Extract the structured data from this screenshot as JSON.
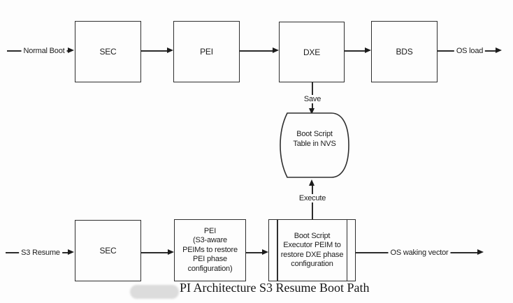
{
  "diagram": {
    "top_row": {
      "entry_label": "Normal Boot",
      "sec": "SEC",
      "pei": "PEI",
      "dxe": "DXE",
      "bds": "BDS",
      "exit_label": "OS load",
      "save_label": "Save"
    },
    "storage": {
      "label": "Boot Script\nTable in NVS",
      "execute_label": "Execute"
    },
    "bottom_row": {
      "entry_label": "S3 Resume",
      "sec": "SEC",
      "pei": "PEI\n(S3-aware\nPEIMs to restore\nPEI phase\nconfiguration)",
      "executor": "Boot Script\nExecutor PEIM to\nrestore DXE phase\nconfiguration",
      "exit_label": "OS waking vector"
    },
    "caption": "PI Architecture S3 Resume Boot Path",
    "colors": {
      "line": "#2b2b2b",
      "background": "#fdfdfd",
      "redaction": "#dcdcdc"
    }
  }
}
